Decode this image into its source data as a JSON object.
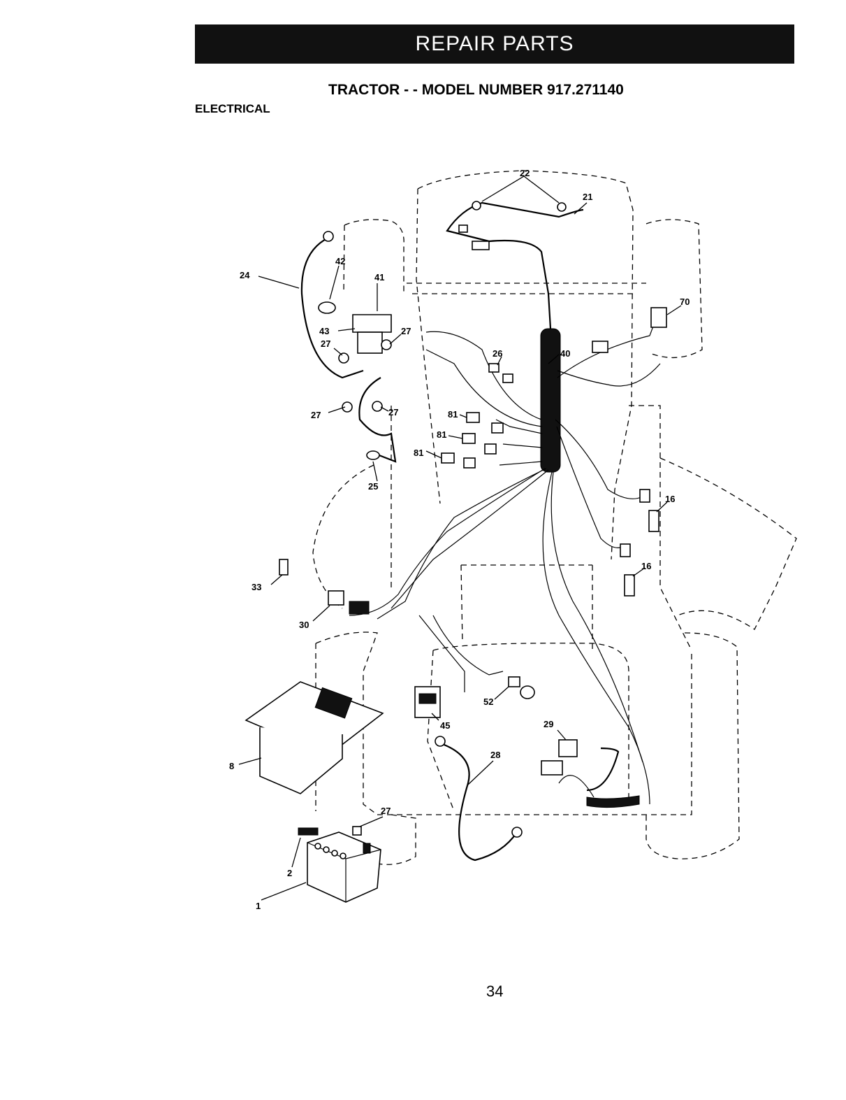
{
  "header": {
    "banner": "REPAIR PARTS",
    "subtitle": "TRACTOR - - MODEL NUMBER 917.271140",
    "section": "ELECTRICAL"
  },
  "diagram": {
    "callouts": [
      "22",
      "21",
      "24",
      "42",
      "41",
      "70",
      "43",
      "27",
      "27",
      "40",
      "26",
      "27",
      "27",
      "81",
      "81",
      "81",
      "25",
      "16",
      "16",
      "33",
      "30",
      "52",
      "45",
      "29",
      "8",
      "28",
      "27",
      "2",
      "1"
    ]
  },
  "footer": {
    "page_number": "34"
  }
}
